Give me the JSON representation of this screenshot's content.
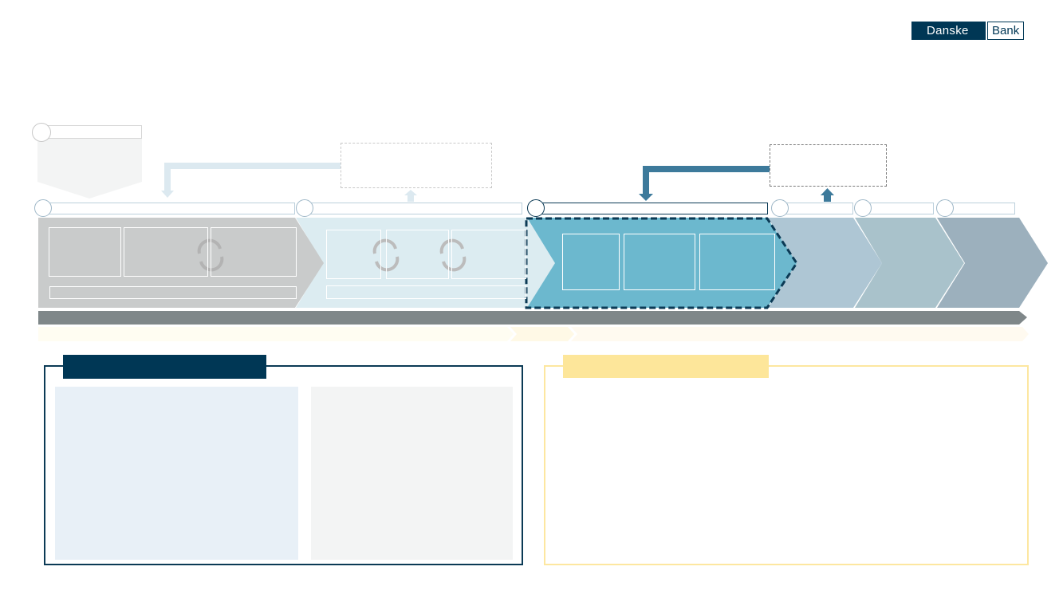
{
  "brand": {
    "logo_left": "Danske",
    "logo_right": "Bank",
    "color_navy": "#003755",
    "color_teal": "#6cb8ce",
    "color_yellow": "#fde69a"
  },
  "process": {
    "phase_labels": [
      "",
      "",
      "",
      "",
      "",
      ""
    ],
    "pre_phase_label": "",
    "active_phase_index": 2
  },
  "notes": {
    "left_note": "",
    "right_note": ""
  },
  "panels": {
    "left_title": "",
    "left_sub_a": "",
    "left_sub_b": "",
    "right_title": "",
    "right_body": ""
  }
}
